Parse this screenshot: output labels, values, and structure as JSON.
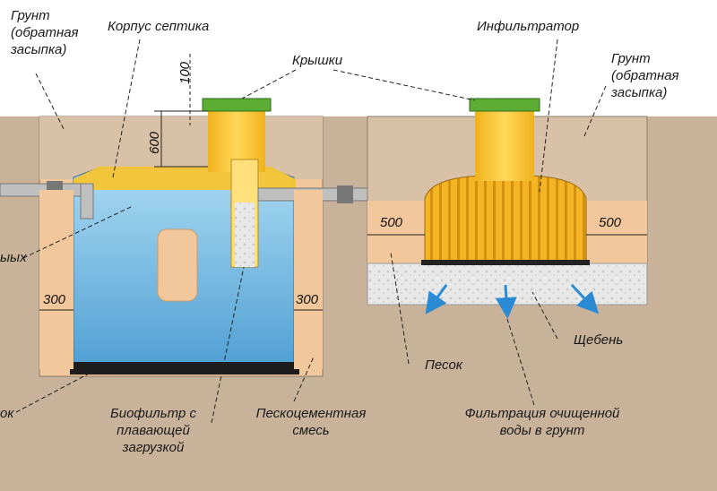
{
  "labels": {
    "ground_left": [
      "Грунт",
      "(обратная",
      "засыпка)"
    ],
    "septic_body": "Корпус септика",
    "lids": "Крышки",
    "infiltrator": "Инфильтратор",
    "ground_right": [
      "Грунт",
      "(обратная",
      "засыпка)"
    ],
    "outlet_partial": "ыых",
    "bottom_partial": "ок",
    "biofilter": [
      "Биофильтр с",
      "плавающей",
      "загрузкой"
    ],
    "sand_cement": [
      "Пескоцементная",
      "смесь"
    ],
    "sand": "Песок",
    "gravel": "Щебень",
    "filtration": [
      "Фильтрация очищенной",
      "воды в грунт"
    ]
  },
  "dimensions": {
    "d100": "100",
    "d600": "600",
    "d300_left": "300",
    "d300_right": "300",
    "d500_left": "500",
    "d500_right": "500"
  },
  "colors": {
    "soil": "#c8b29a",
    "sand_cement": "#f2c79b",
    "tank_blue": "#6fb6e0",
    "yellow": "#f5c431",
    "green_lid": "#5dac33",
    "gravel": "#e6e6e6",
    "arrow_blue": "#2a8ad4"
  }
}
